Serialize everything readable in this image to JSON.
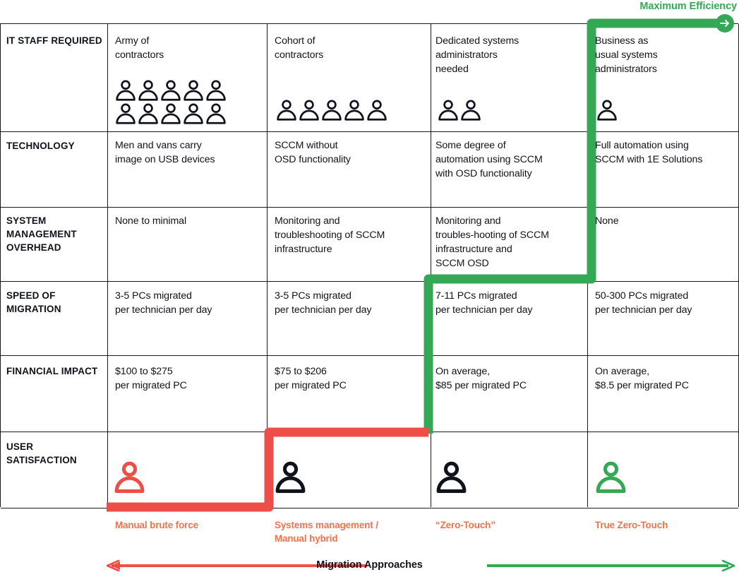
{
  "colors": {
    "red": "#ED4E47",
    "green": "#35A855",
    "orange": "#F4714B",
    "ink": "#11131c",
    "rule": "#1a1a1a"
  },
  "header": {
    "max_efficiency_label": "Maximum Efficiency",
    "max_efficiency_icon": "arrow-right-circle-icon"
  },
  "rows": [
    {
      "label": "IT STAFF REQUIRED",
      "cells": [
        "Army of\ncontractors",
        "Cohort of\ncontractors",
        "Dedicated systems\nadministrators\nneeded",
        "Business as\nusual systems\nadministrators"
      ],
      "icon_counts": [
        10,
        5,
        2,
        1
      ],
      "icon_name": "person-icon"
    },
    {
      "label": "TECHNOLOGY",
      "cells": [
        "Men and vans carry\nimage on USB devices",
        "SCCM without\nOSD functionality",
        "Some degree of\nautomation using SCCM\nwith OSD functionality",
        "Full automation using\nSCCM with 1E Solutions"
      ]
    },
    {
      "label": "SYSTEM MANAGEMENT OVERHEAD",
      "cells": [
        "None to minimal",
        "Monitoring and\ntroubleshooting of SCCM\ninfrastructure",
        "Monitoring and\ntroubles-hooting of SCCM\ninfrastructure and\nSCCM OSD",
        "None"
      ]
    },
    {
      "label": "SPEED OF MIGRATION",
      "cells": [
        "3-5 PCs migrated\nper technician per day",
        "3-5 PCs migrated\nper technician per day",
        "7-11 PCs migrated\nper technician per day",
        "50-300 PCs migrated\nper technician per day"
      ]
    },
    {
      "label": "FINANCIAL IMPACT",
      "cells": [
        "$100 to $275\nper migrated PC",
        "$75 to $206\nper migrated PC",
        "On average,\n$85 per migrated PC",
        "On average,\n$8.5 per migrated PC"
      ]
    },
    {
      "label": "USER SATISFACTION",
      "cells": [
        "",
        "",
        "",
        ""
      ],
      "satisfaction_icons": [
        {
          "name": "person-icon-red",
          "color": "#ED4E47"
        },
        {
          "name": "person-icon-black",
          "color": "#11131c"
        },
        {
          "name": "person-icon-black",
          "color": "#11131c"
        },
        {
          "name": "person-icon-green",
          "color": "#35A855"
        }
      ]
    }
  ],
  "column_captions": [
    "Manual brute force",
    "Systems management /\nManual hybrid",
    "“Zero-Touch”",
    "True Zero-Touch"
  ],
  "axis": {
    "label": "Migration Approaches",
    "left_arrow_color": "#ED4E47",
    "right_arrow_color": "#35A855"
  }
}
